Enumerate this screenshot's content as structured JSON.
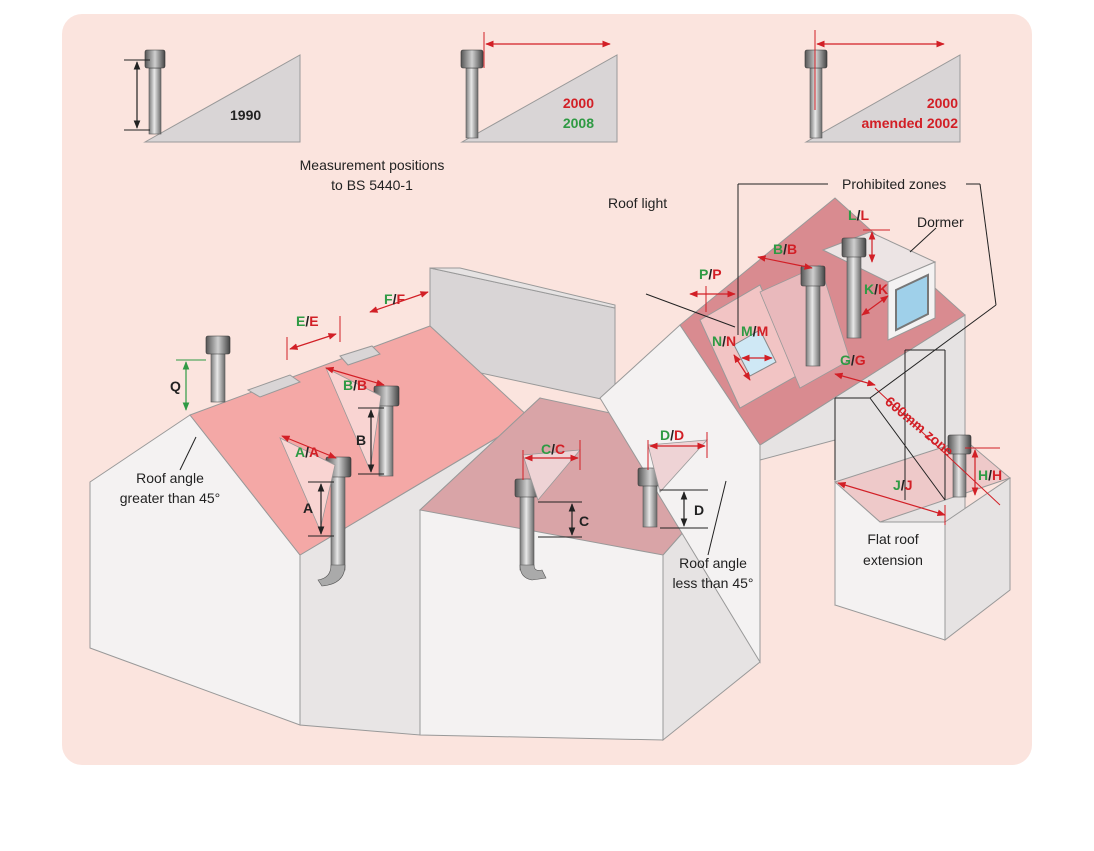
{
  "colors": {
    "panel_background": "#fbe4de",
    "roof_pink": "#f4a8a6",
    "roof_dark_pink": "#d48a8e",
    "wall_light": "#f4f2f2",
    "wall_grey": "#d9d5d6",
    "green_label": "#2f9a44",
    "red_label": "#d21f26"
  },
  "top_examples": [
    {
      "year_lines": [
        "1990"
      ],
      "year_colors": [
        "#222222"
      ]
    },
    {
      "year_lines": [
        "2000",
        "2008"
      ],
      "year_colors": [
        "#d21f26",
        "#2f9a44"
      ]
    },
    {
      "year_lines": [
        "2000",
        "amended 2002"
      ],
      "year_colors": [
        "#d21f26",
        "#d21f26"
      ]
    }
  ],
  "captions": {
    "measurement_line1": "Measurement positions",
    "measurement_line2": "to BS 5440-1",
    "prohibited_zones": "Prohibited zones",
    "roof_light": "Roof light",
    "dormer": "Dormer",
    "roof_steep_line1": "Roof angle",
    "roof_steep_line2": "greater than 45°",
    "roof_shallow_line1": "Roof angle",
    "roof_shallow_line2": "less than 45°",
    "flat_roof_line1": "Flat roof",
    "flat_roof_line2": "extension",
    "zone_600": "600mm zone"
  },
  "pair_labels": {
    "A": {
      "g": "A",
      "sep": "/",
      "r": "A"
    },
    "B": {
      "g": "B",
      "sep": "/",
      "r": "B"
    },
    "B2": {
      "g": "B",
      "sep": "/",
      "r": "B"
    },
    "C": {
      "g": "C",
      "sep": "/",
      "r": "C"
    },
    "D": {
      "g": "D",
      "sep": "/",
      "r": "D"
    },
    "E": {
      "g": "E",
      "sep": "/",
      "r": "E"
    },
    "F": {
      "g": "F",
      "sep": "/",
      "r": "F"
    },
    "G": {
      "g": "G",
      "sep": "/",
      "r": "G"
    },
    "H": {
      "g": "H",
      "sep": "/",
      "r": "H"
    },
    "J": {
      "g": "J",
      "sep": "/",
      "r": "J"
    },
    "K": {
      "g": "K",
      "sep": "/",
      "r": "K"
    },
    "L": {
      "g": "L",
      "sep": "/",
      "r": "L"
    },
    "M": {
      "g": "M",
      "sep": "/",
      "r": "M"
    },
    "N": {
      "g": "N",
      "sep": "/",
      "r": "N"
    },
    "P": {
      "g": "P",
      "sep": "/",
      "r": "P"
    }
  },
  "single_labels": {
    "A": "A",
    "B": "B",
    "C": "C",
    "D": "D",
    "Q": "Q"
  }
}
